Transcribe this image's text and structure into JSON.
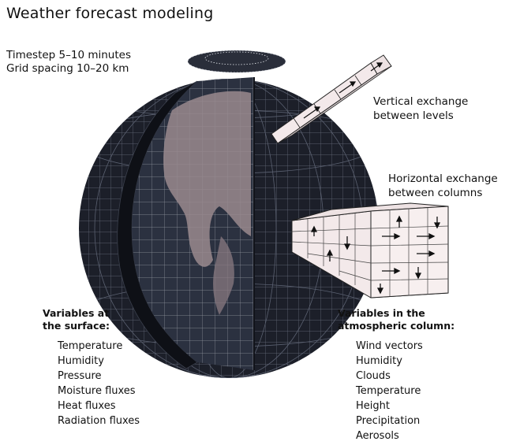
{
  "title": "Weather forecast modeling",
  "model_params": {
    "timestep": "Timestep 5–10 minutes",
    "grid_spacing": "Grid spacing 10–20 km"
  },
  "callouts": {
    "vertical_line1": "Vertical exchange",
    "vertical_line2": "between levels",
    "horizontal_line1": "Horizontal exchange",
    "horizontal_line2": "between columns"
  },
  "surface": {
    "heading_line1": "Variables at",
    "heading_line2": "the surface:",
    "items": [
      "Temperature",
      "Humidity",
      "Pressure",
      "Moisture fluxes",
      "Heat fluxes",
      "Radiation fluxes"
    ]
  },
  "column": {
    "heading_line1": "Variables in the",
    "heading_line2": "atmospheric column:",
    "items": [
      "Wind vectors",
      "Humidity",
      "Clouds",
      "Temperature",
      "Height",
      "Precipitation",
      "Aerosols"
    ]
  },
  "colors": {
    "globe_dark": "#1c1f29",
    "globe_cut": "#2b3140",
    "land": "#9a8a8e",
    "box_fill": "#f3e9ea",
    "grid_line": "#c8ccd6"
  }
}
